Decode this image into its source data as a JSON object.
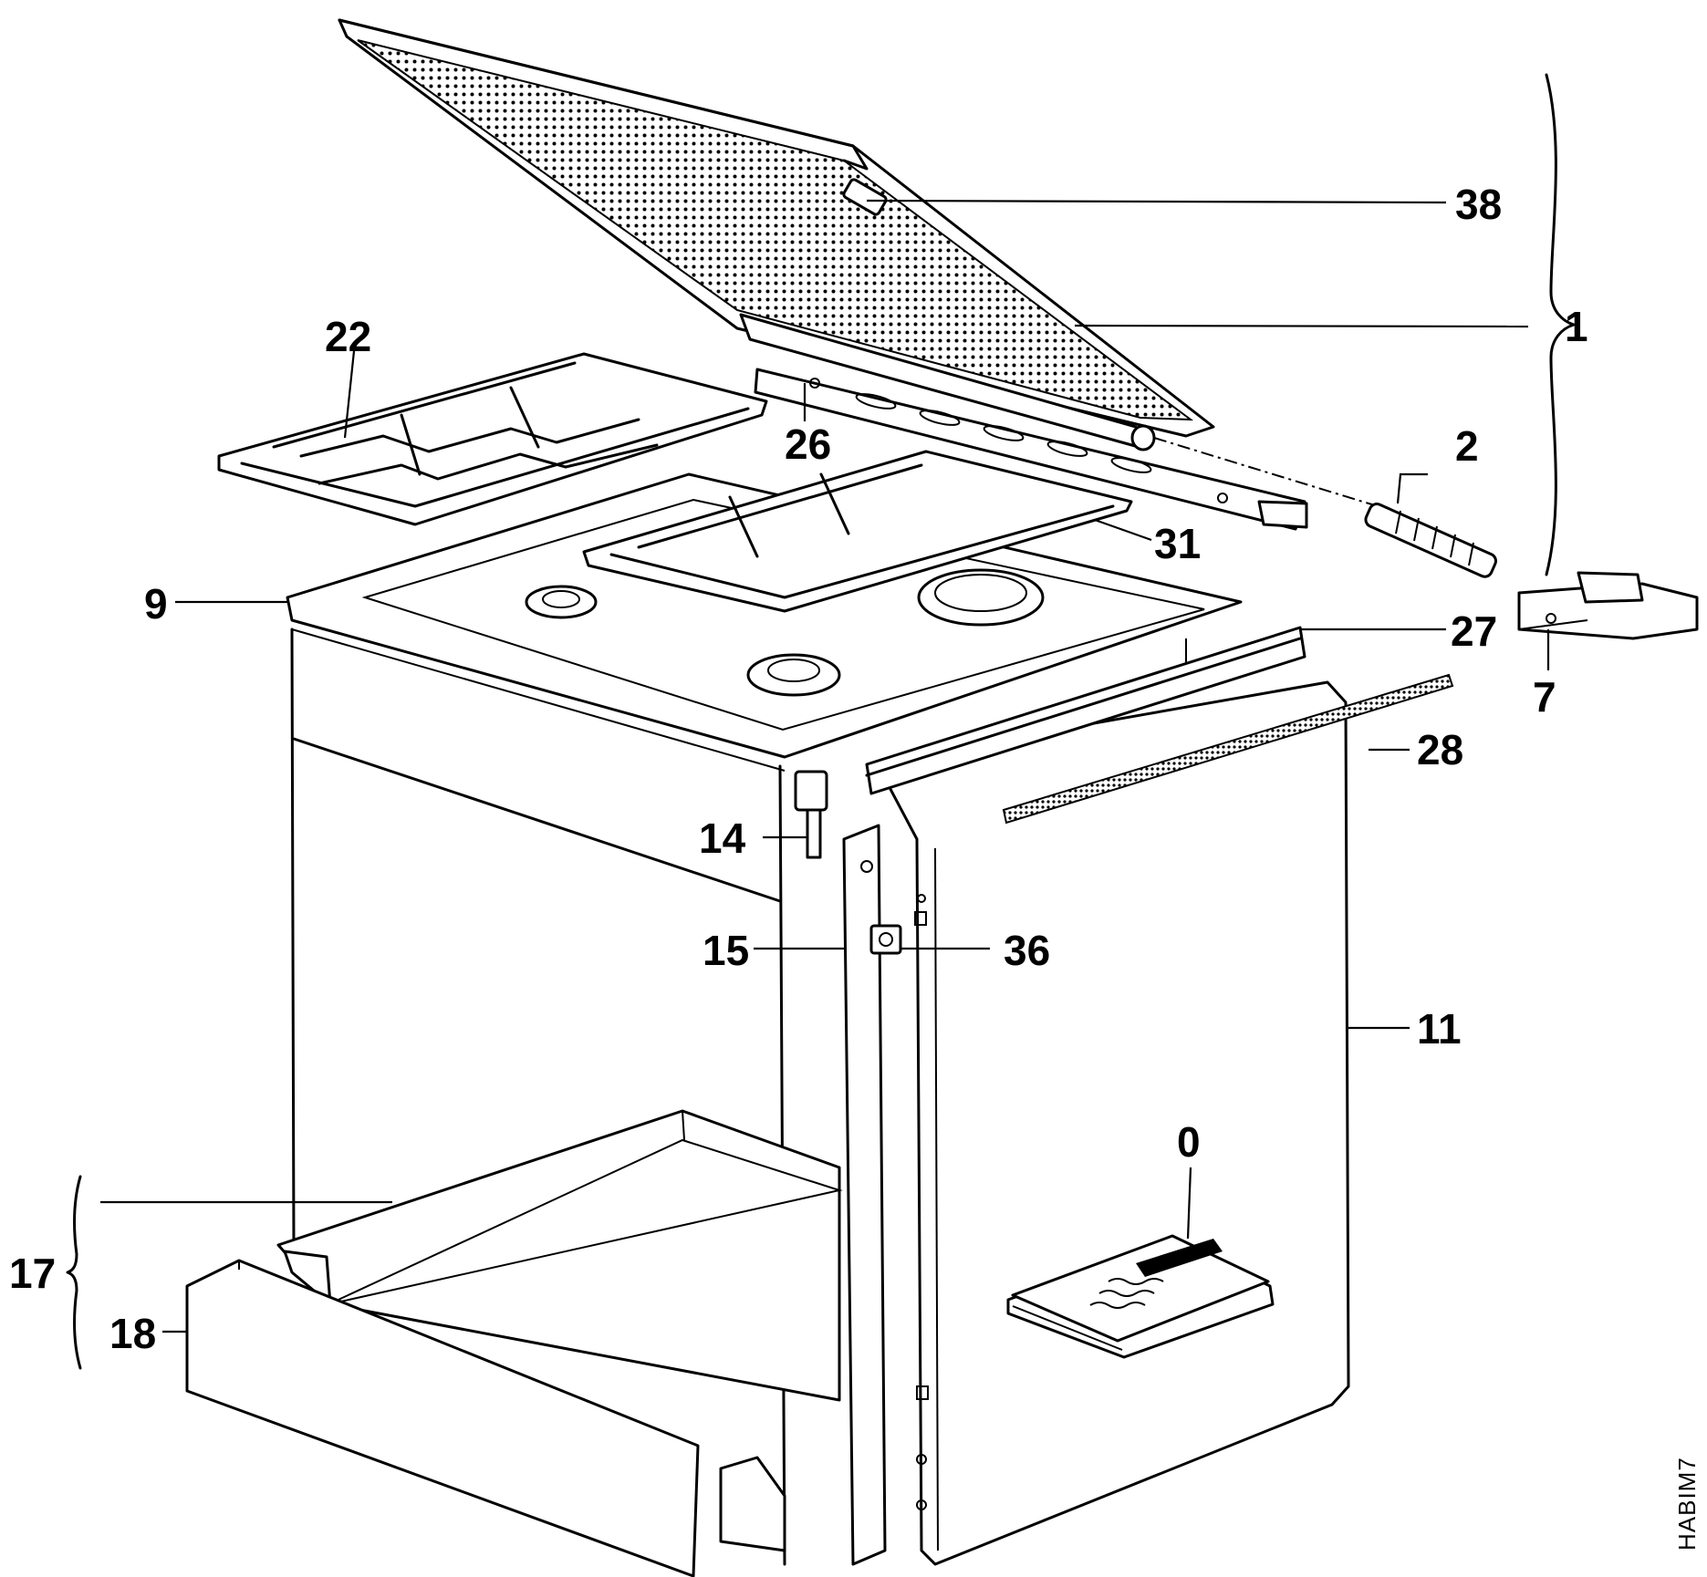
{
  "diagram": {
    "callouts": [
      {
        "id": "38",
        "label": "38"
      },
      {
        "id": "1",
        "label": "1"
      },
      {
        "id": "22",
        "label": "22"
      },
      {
        "id": "26",
        "label": "26"
      },
      {
        "id": "2",
        "label": "2"
      },
      {
        "id": "31",
        "label": "31"
      },
      {
        "id": "9",
        "label": "9"
      },
      {
        "id": "27",
        "label": "27"
      },
      {
        "id": "7",
        "label": "7"
      },
      {
        "id": "28",
        "label": "28"
      },
      {
        "id": "14",
        "label": "14"
      },
      {
        "id": "15",
        "label": "15"
      },
      {
        "id": "36",
        "label": "36"
      },
      {
        "id": "11",
        "label": "11"
      },
      {
        "id": "0",
        "label": "0"
      },
      {
        "id": "17",
        "label": "17"
      },
      {
        "id": "18",
        "label": "18"
      }
    ],
    "drawing_code": "HABIM7"
  }
}
